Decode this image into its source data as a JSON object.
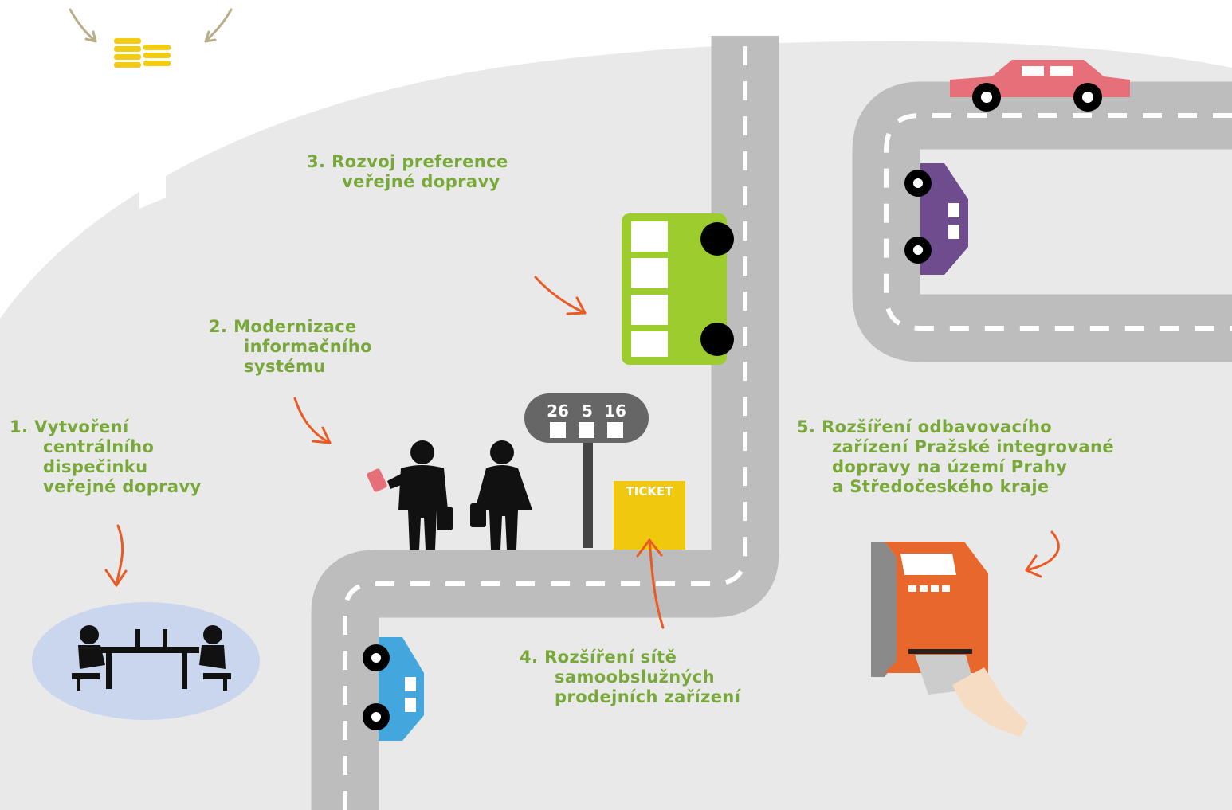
{
  "colors": {
    "background": "#ffffff",
    "ground": "#e9e9e9",
    "road": "#bdbdbd",
    "lane_marking": "#ffffff",
    "label_green": "#79a83a",
    "arrow_orange": "#ea5a22",
    "coin_yellow": "#f2cc10",
    "bus_green": "#9ccc2d",
    "car_red": "#e6707a",
    "car_purple": "#6f4c8e",
    "car_blue": "#43a7de",
    "ticket_yellow": "#f0c90e",
    "machine_orange": "#e8672c",
    "dispatch_circle": "#c9d6ee"
  },
  "steps": [
    {
      "lines": [
        "1. Vytvoření",
        "centrálního",
        "dispečinku",
        "veřejné dopravy"
      ]
    },
    {
      "lines": [
        "2. Modernizace",
        "informačního",
        "systému"
      ]
    },
    {
      "lines": [
        "3. Rozvoj preference",
        "veřejné dopravy"
      ]
    },
    {
      "lines": [
        "4. Rozšíření sítě",
        "samoobslužných",
        "prodejních zařízení"
      ]
    },
    {
      "lines": [
        "5. Rozšíření odbavovacího",
        "zařízení Pražské integrované",
        "dopravy na území Prahy",
        "a Středočeského kraje"
      ]
    }
  ],
  "bus_stop_sign": {
    "routes": [
      "26",
      "5",
      "16"
    ]
  },
  "ticket_box": {
    "label": "TICKET"
  },
  "icons": [
    "coins-icon",
    "funnel-icon",
    "bus-icon",
    "car-icon",
    "people-icon",
    "bus-stop-sign-icon",
    "ticket-machine-icon",
    "dispatch-office-icon",
    "hand-icon",
    "arrow-icon"
  ]
}
